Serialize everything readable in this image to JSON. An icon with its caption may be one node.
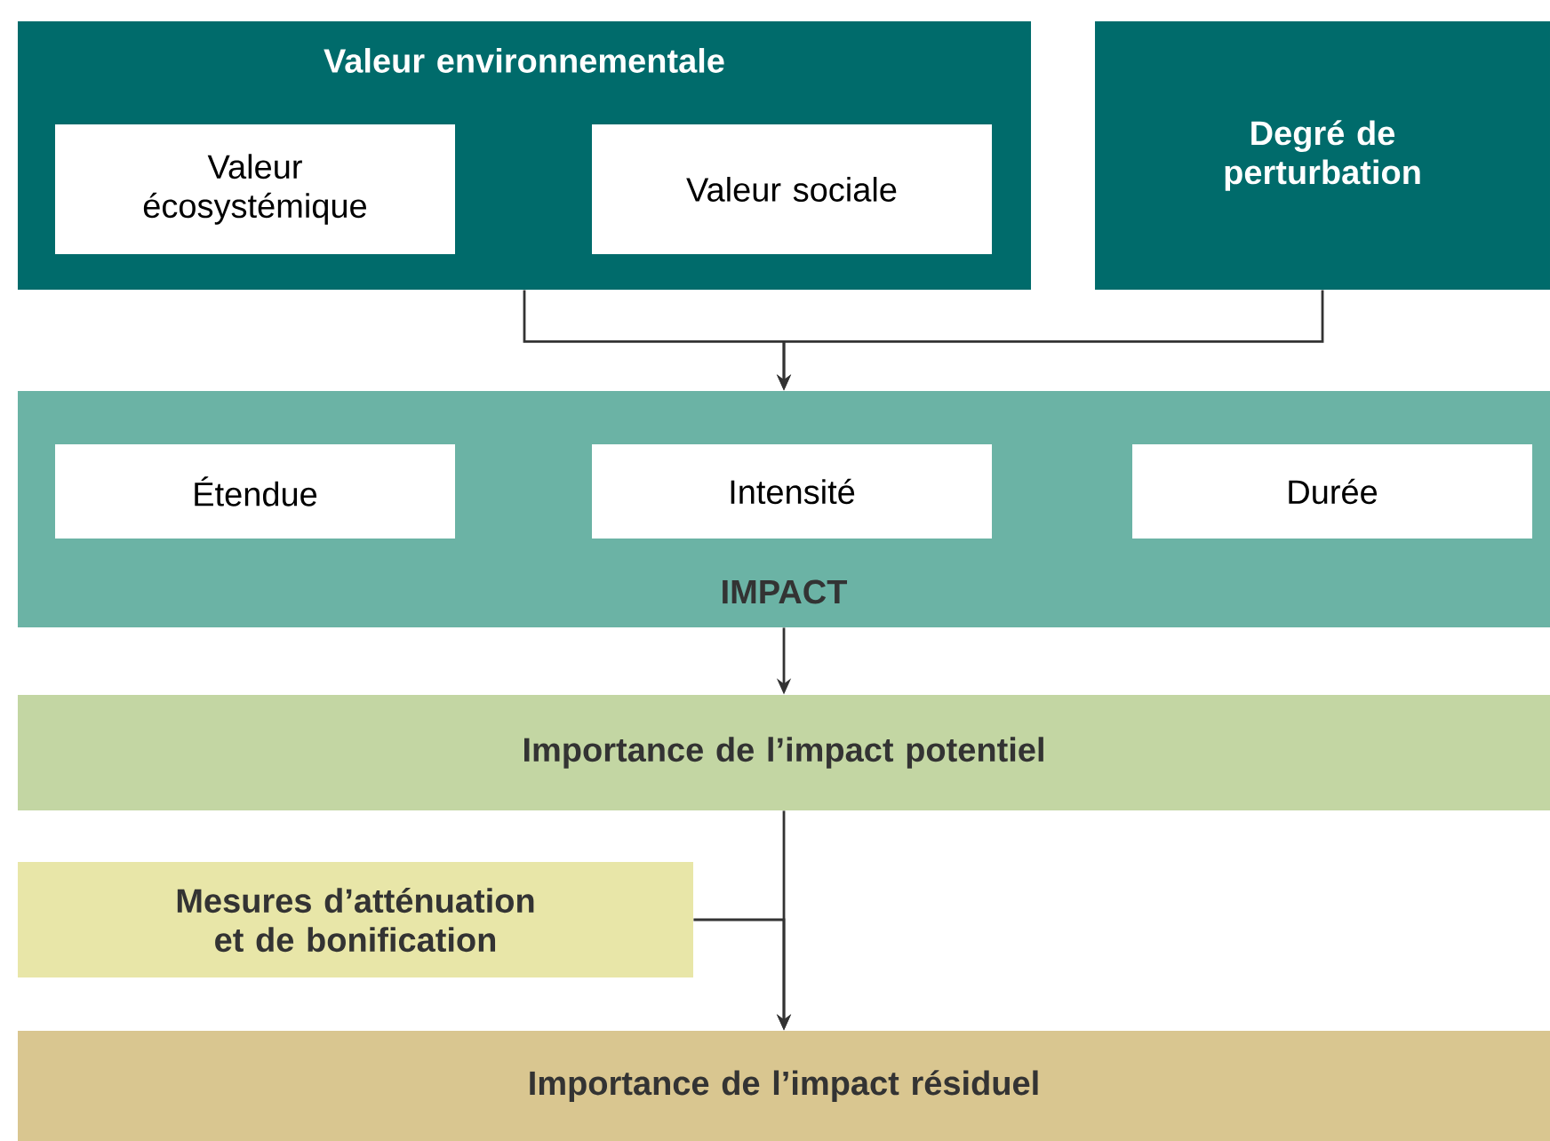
{
  "diagram": {
    "nodes": [
      {
        "text": [
          "Valeur environnementale"
        ]
      },
      {
        "text": [
          "Valeur écosystémique"
        ],
        "in": 0
      },
      {
        "text": [
          "Valeur sociale"
        ],
        "in": 0
      },
      {
        "text": [
          "Degré de perturbation"
        ]
      },
      {
        "text": [
          "IMPACT"
        ]
      },
      {
        "text": [
          "Étendue"
        ],
        "in": 4
      },
      {
        "text": [
          "Intensité"
        ],
        "in": 4
      },
      {
        "text": [
          "Durée"
        ],
        "in": 4
      },
      {
        "text": [
          "Importance de l’impact potentiel"
        ]
      },
      {
        "text": [
          "Mesures d’atténuation et de bonification"
        ]
      },
      {
        "text": [
          "Importance  de l’impact résiduel"
        ]
      }
    ],
    "edges": [
      {
        "from": 0,
        "to": 4,
        "arrow": "to"
      },
      {
        "from": 3,
        "to": 4,
        "arrow": "to"
      },
      {
        "from": 4,
        "to": 8,
        "arrow": "to"
      },
      {
        "from": 8,
        "to": 10,
        "arrow": "to"
      },
      {
        "from": 9,
        "to": 10,
        "arrow": "to"
      }
    ]
  }
}
